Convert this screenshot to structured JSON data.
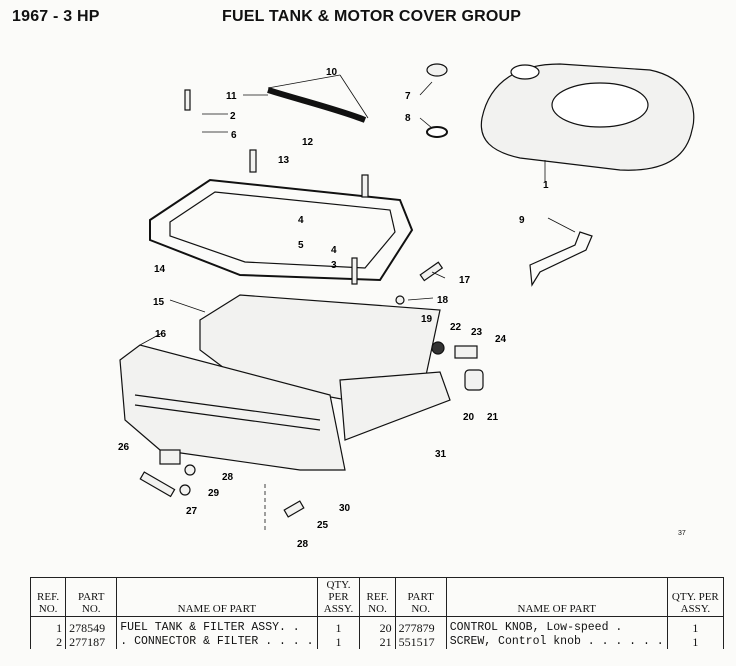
{
  "header": {
    "left": "1967 - 3 HP",
    "right": "FUEL TANK & MOTOR COVER GROUP"
  },
  "page_number": "37",
  "callouts": [
    "1",
    "2",
    "3",
    "4",
    "4",
    "5",
    "6",
    "7",
    "8",
    "9",
    "10",
    "11",
    "12",
    "13",
    "14",
    "15",
    "16",
    "17",
    "18",
    "19",
    "20",
    "21",
    "22",
    "23",
    "24",
    "25",
    "26",
    "27",
    "28",
    "28",
    "29",
    "30",
    "31"
  ],
  "table": {
    "headers": {
      "ref": "REF. NO.",
      "part": "PART NO.",
      "name": "NAME OF PART",
      "qty": "QTY. PER ASSY."
    },
    "left_rows": [
      {
        "ref": "1",
        "part": "278549",
        "name": "FUEL TANK & FILTER ASSY. .",
        "qty": "1"
      },
      {
        "ref": "2",
        "part": "277187",
        "name": ". CONNECTOR & FILTER . . . .",
        "qty": "1"
      }
    ],
    "right_rows": [
      {
        "ref": "20",
        "part": "277879",
        "name": "CONTROL KNOB, Low-speed .",
        "qty": "1"
      },
      {
        "ref": "21",
        "part": "551517",
        "name": "SCREW, Control knob . . . . . .",
        "qty": "1"
      }
    ]
  }
}
